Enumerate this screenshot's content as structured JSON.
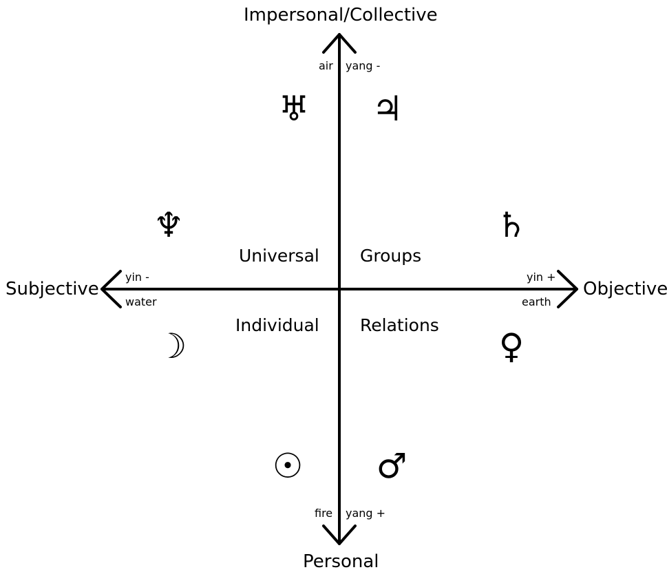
{
  "axes": {
    "top": "Impersonal/Collective",
    "bottom": "Personal",
    "left": "Subjective",
    "right": "Objective"
  },
  "axis_labels": {
    "top_left": "air",
    "top_right": "yang -",
    "bottom_left": "fire",
    "bottom_right": "yang +",
    "left_top": "yin -",
    "left_bottom": "water",
    "right_top": "yin +",
    "right_bottom": "earth"
  },
  "quadrants": {
    "upper_left": "Universal",
    "upper_right": "Groups",
    "lower_left": "Individual",
    "lower_right": "Relations"
  },
  "planets": {
    "uranus": {
      "name": "uranus-icon",
      "glyph": "♅"
    },
    "jupiter": {
      "name": "jupiter-icon",
      "glyph": "♃"
    },
    "neptune": {
      "name": "neptune-icon",
      "glyph": "♆"
    },
    "saturn": {
      "name": "saturn-icon",
      "glyph": "♄"
    },
    "moon": {
      "name": "moon-icon",
      "glyph": "☽"
    },
    "venus": {
      "name": "venus-icon",
      "glyph": "♀"
    },
    "sun": {
      "name": "sun-icon",
      "glyph": "☉"
    },
    "mars": {
      "name": "mars-icon",
      "glyph": "♂"
    }
  }
}
